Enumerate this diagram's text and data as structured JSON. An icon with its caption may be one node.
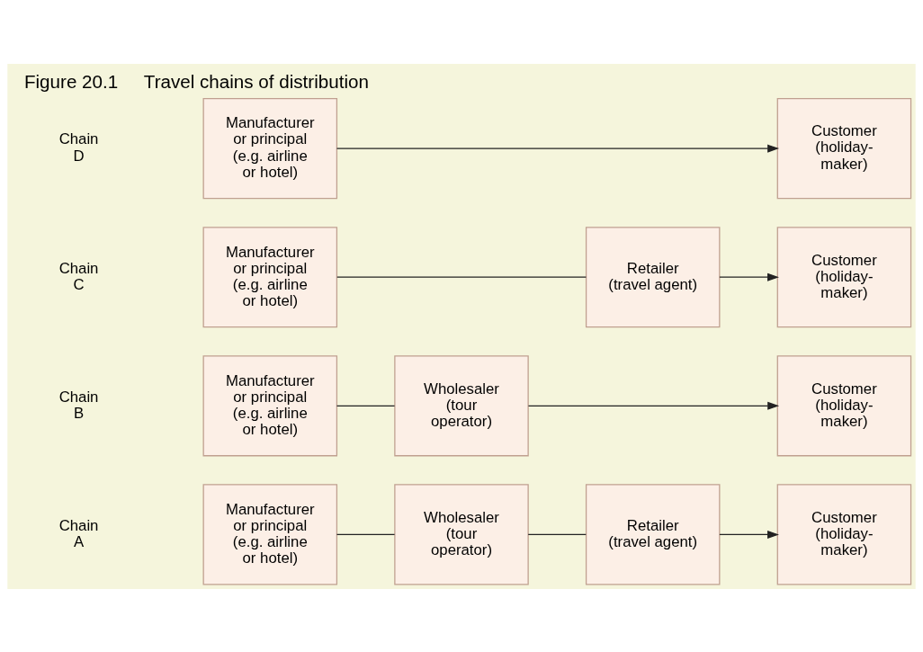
{
  "diagram": {
    "title": "Figure 20.1     Travel chains of distribution",
    "nodes": [
      {
        "text": [
          "Manufacturer or principal (e.g. airline or hotel)"
        ]
      },
      {
        "text": [
          "Wholesaler (tour operator)"
        ]
      },
      {
        "text": [
          "Retailer (travel agent)"
        ]
      },
      {
        "text": [
          "Customer (holiday-maker)"
        ]
      },
      {
        "text": [
          "Manufacturer or principal (e.g. airline or hotel)"
        ]
      },
      {
        "text": [
          "Wholesaler (tour operator)"
        ]
      },
      {
        "text": [
          "Customer (holiday-maker)"
        ]
      },
      {
        "text": [
          "Manufacturer or principal (e.g. airline or hotel)"
        ]
      },
      {
        "text": [
          "Retailer (travel agent)"
        ]
      },
      {
        "text": [
          "Customer (holiday-maker)"
        ]
      },
      {
        "text": [
          "Manufacturer or principal (e.g. airline or hotel)"
        ]
      },
      {
        "text": [
          "Customer (holiday-maker)"
        ]
      }
    ],
    "edges": [
      {
        "from": 0,
        "to": 1,
        "arrow": "none"
      },
      {
        "from": 1,
        "to": 2,
        "arrow": "none"
      },
      {
        "from": 2,
        "to": 3,
        "arrow": "to"
      },
      {
        "from": 4,
        "to": 5,
        "arrow": "none"
      },
      {
        "from": 5,
        "to": 6,
        "arrow": "to"
      },
      {
        "from": 7,
        "to": 8,
        "arrow": "none"
      },
      {
        "from": 8,
        "to": 9,
        "arrow": "to"
      },
      {
        "from": 10,
        "to": 11,
        "arrow": "to"
      }
    ],
    "labels": [
      "Chain A",
      "Chain B",
      "Chain C",
      "Chain D"
    ]
  }
}
